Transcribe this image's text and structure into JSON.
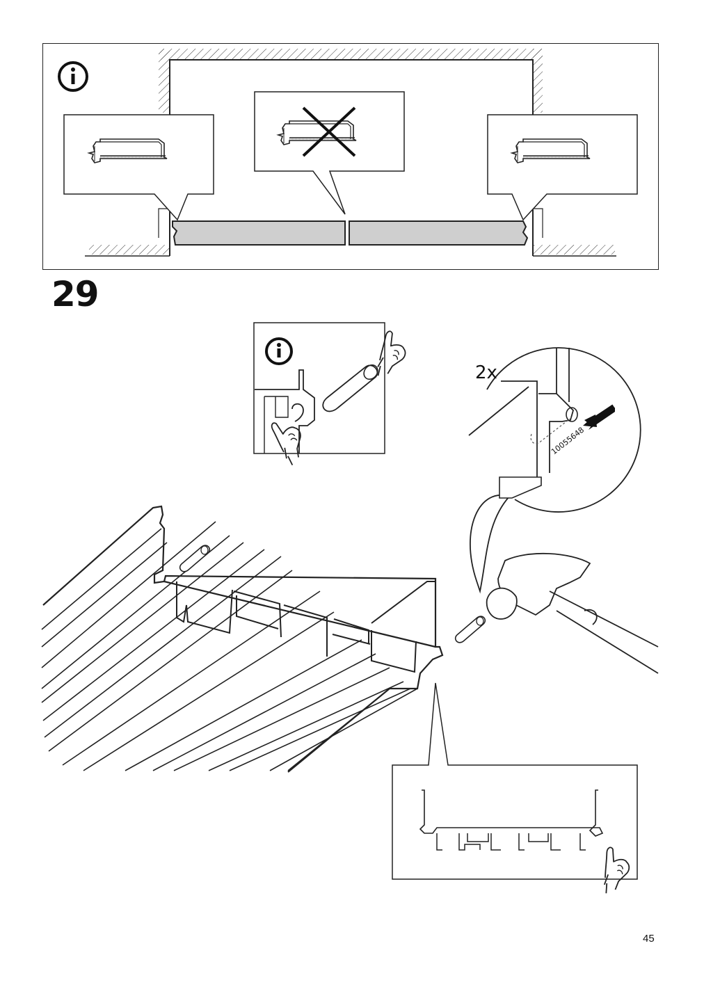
{
  "step": {
    "number": "29"
  },
  "callout": {
    "quantity": "2x",
    "part_number": "10055648"
  },
  "page": {
    "number": "45"
  },
  "icons": {
    "info": "info-icon",
    "saw": "hacksaw-icon",
    "prohibited": "cross-icon",
    "hand": "hand-icon",
    "hammer": "hammer-icon",
    "arrow": "arrow-icon"
  },
  "colors": {
    "ink": "#222222",
    "rail_fill": "#cfcfcf",
    "background": "#ffffff"
  }
}
